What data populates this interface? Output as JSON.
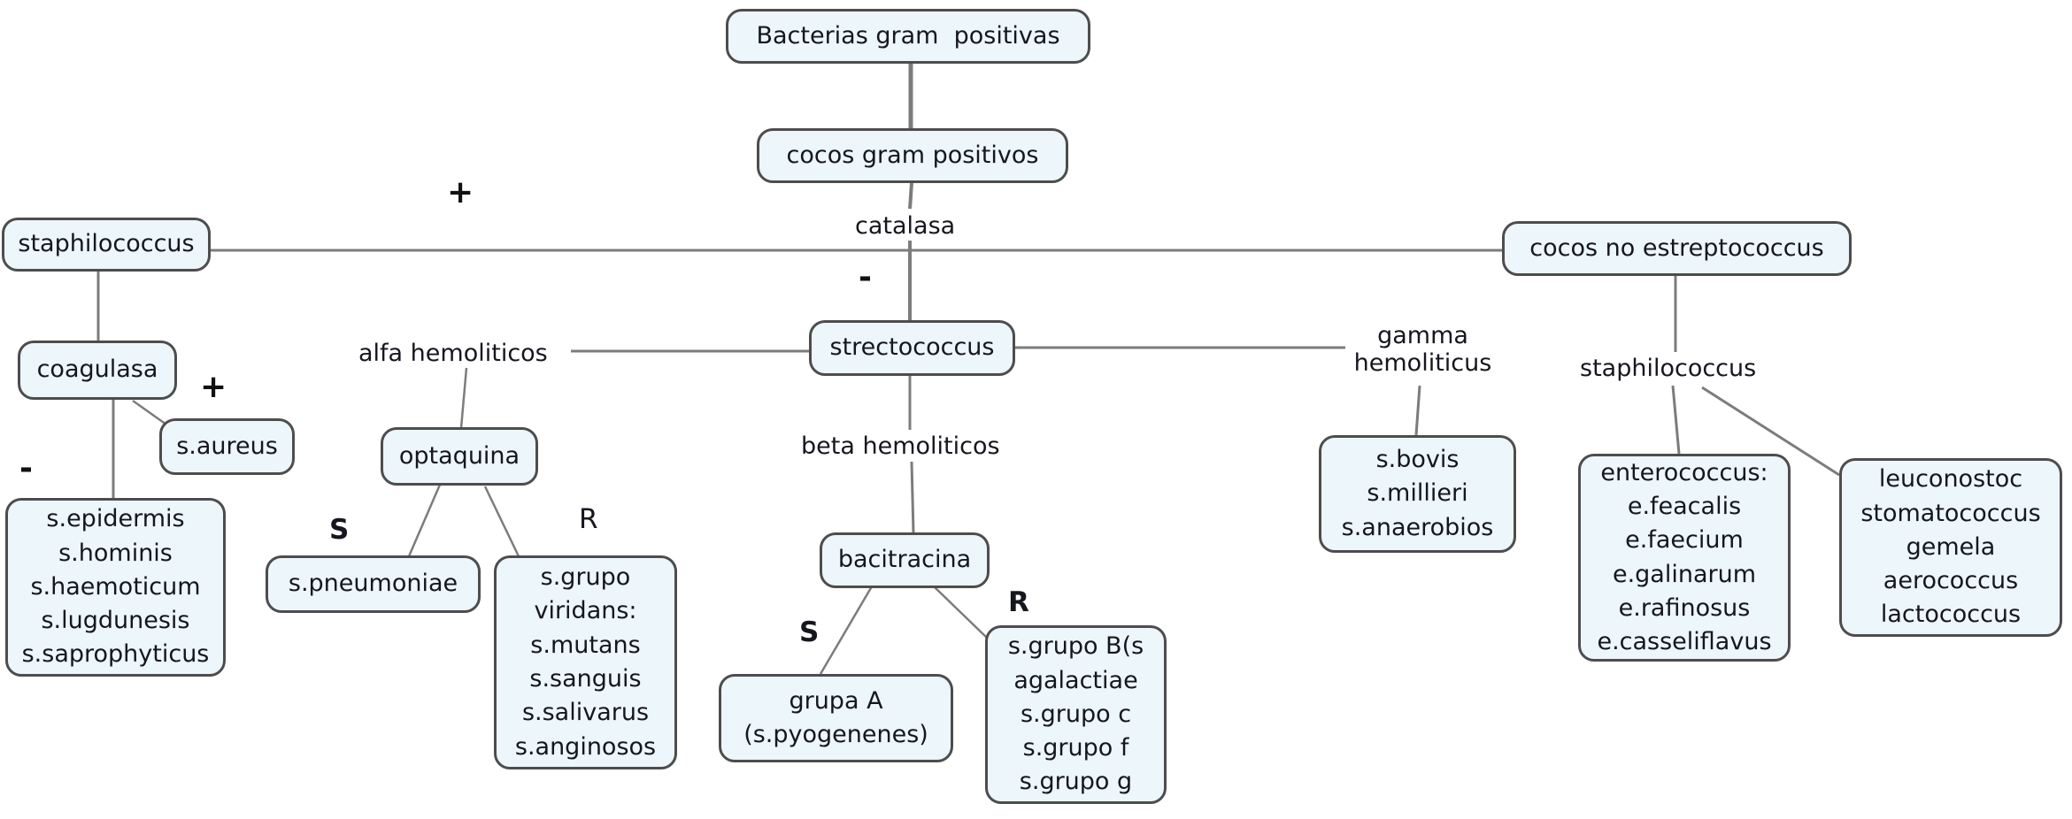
{
  "diagram_title": "Bacterias gram positivas concept map",
  "nodes": {
    "root": "Bacterias gram  positivas",
    "cocos_gram": "cocos gram positivos",
    "staphilococcus_left": "staphilococcus",
    "coagulasa": "coagulasa",
    "s_aureus": "s.aureus",
    "coagulasa_neg_list": "s.epidermis\ns.hominis\ns.haemoticum\ns.lugdunesis\ns.saprophyticus",
    "optaquina": "optaquina",
    "s_pneumoniae": "s.pneumoniae",
    "viridans_list": "s.grupo\nviridans:\ns.mutans\ns.sanguis\ns.salivarus\ns.anginosos",
    "strectococcus": "strectococcus",
    "bacitracina": "bacitracina",
    "grupa_a": "grupa A\n(s.pyogenenes)",
    "grupo_b_list": "s.grupo B(s\nagalactiae\ns.grupo c\ns.grupo f\ns.grupo g",
    "gamma_list": "s.bovis\ns.millieri\ns.anaerobios",
    "cocos_no_estreptococcus": "cocos no estreptococcus",
    "enterococcus_list": "enterococcus:\ne.feacalis\ne.faecium\ne.galinarum\ne.rafinosus\ne.casseliflavus",
    "leuconostoc_list": "leuconostoc\nstomatococcus\ngemela\naerococcus\nlactococcus"
  },
  "labels": {
    "catalasa": "catalasa",
    "plus_catalasa": "+",
    "minus_catalasa": "-",
    "plus_coagulasa": "+",
    "minus_coagulasa": "-",
    "alfa_hemoliticos": "alfa hemoliticos",
    "beta_hemoliticos": "beta hemoliticos",
    "gamma_hemoliticus": "gamma\nhemoliticus",
    "staphilococcus_right": "staphilococcus",
    "s_optaquina": "S",
    "r_optaquina": "R",
    "s_bacitracina": "S",
    "r_bacitracina": "R"
  },
  "colors": {
    "node_fill": "#edf6fb",
    "node_border": "#4d4d4d",
    "connector": "#7c7c7c",
    "text": "#16161f"
  }
}
